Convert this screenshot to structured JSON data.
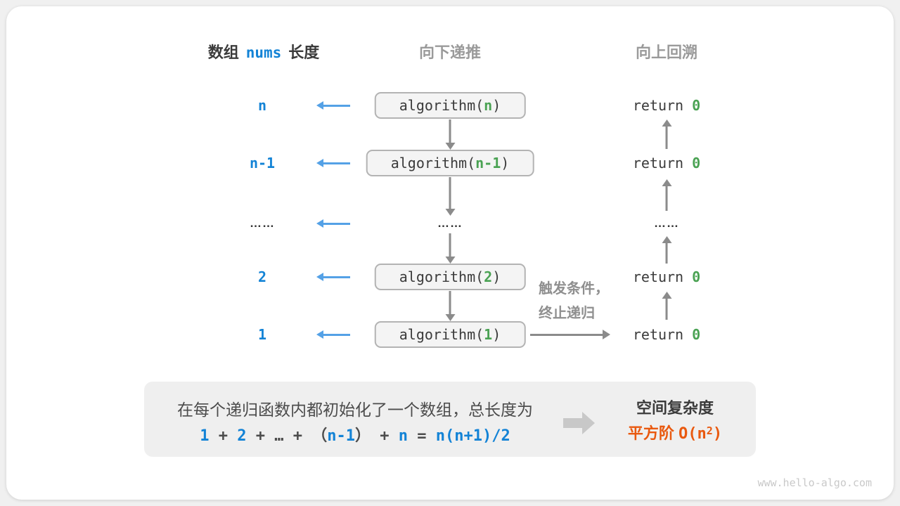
{
  "colors": {
    "blue": "#1383d6",
    "arrow_blue": "#54a1e6",
    "green": "#4aa253",
    "orange": "#e9590f",
    "gray_header": "#9a9a9a",
    "arrow_gray": "#8b8b8b",
    "box_bg": "#f4f4f4",
    "panel_bg": "#efefef"
  },
  "headers": {
    "left": {
      "prefix": "数组",
      "code": "nums",
      "suffix": "长度"
    },
    "middle": "向下递推",
    "right": "向上回溯"
  },
  "left_labels": [
    "n",
    "n-1",
    "……",
    "2",
    "1"
  ],
  "calls": [
    {
      "prefix": "algorithm(",
      "arg": "n",
      "suffix": ")"
    },
    {
      "prefix": "algorithm(",
      "arg": "n-1",
      "suffix": ")"
    },
    {
      "prefix": "algorithm(",
      "arg": "2",
      "suffix": ")"
    },
    {
      "prefix": "algorithm(",
      "arg": "1",
      "suffix": ")"
    }
  ],
  "returns": {
    "prefix": "return ",
    "value": "0"
  },
  "dots": "……",
  "annotation": {
    "line1": "触发条件，",
    "line2": "终止递归"
  },
  "summary": {
    "line1": "在每个递归函数内都初始化了一个数组，总长度为",
    "formula": [
      {
        "t": "1"
      },
      {
        "t": " + "
      },
      {
        "t": "2"
      },
      {
        "t": " + "
      },
      {
        "t": "…"
      },
      {
        "t": " + "
      },
      {
        "t": "（"
      },
      {
        "t": "n-1"
      },
      {
        "t": "）"
      },
      {
        "t": " + "
      },
      {
        "t": "n"
      },
      {
        "t": " = "
      },
      {
        "t": "n(n+1)/2"
      }
    ],
    "result_title": "空间复杂度",
    "result_label": "平方阶",
    "result_o_open": "O(n",
    "result_sup": "2",
    "result_close": ")"
  },
  "watermark": "www.hello-algo.com"
}
